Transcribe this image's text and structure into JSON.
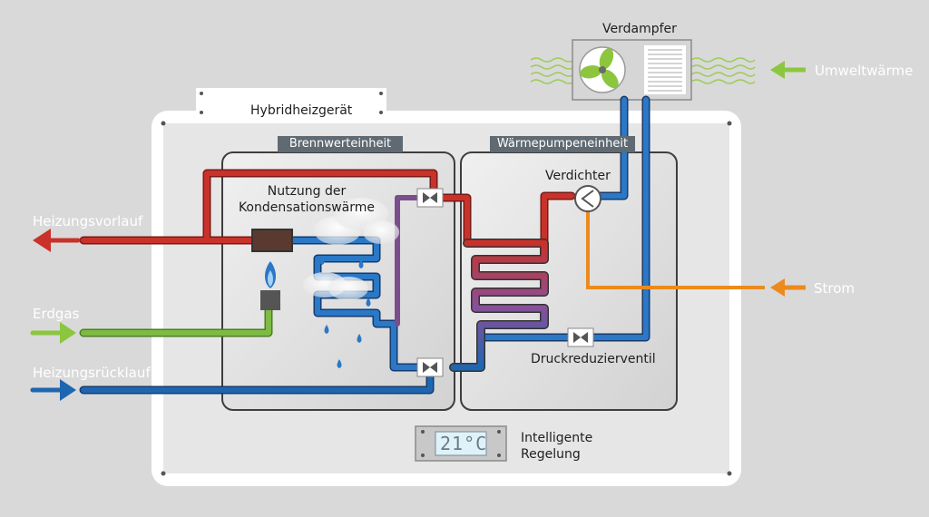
{
  "labels": {
    "verdampfer": "Verdampfer",
    "umweltwaerme": "Umweltwärme",
    "hybridheizgeraet": "Hybridheizgerät",
    "brennwerteinheit": "Brennwerteinheit",
    "waermepumpeneinheit": "Wärmepumpeneinheit",
    "nutzung_line1": "Nutzung der",
    "nutzung_line2": "Kondensationswärme",
    "verdichter": "Verdichter",
    "heizungsvorlauf": "Heizungsvorlauf",
    "erdgas": "Erdgas",
    "heizungsruecklauf": "Heizungsrücklauf",
    "strom": "Strom",
    "druckreduzierventil": "Druckreduzierventil",
    "regelung_line1": "Intelligente",
    "regelung_line2": "Regelung"
  },
  "display": {
    "temperature": "21°C"
  },
  "colors": {
    "background": "#d9d9d9",
    "supply_red": "#c8322a",
    "return_blue": "#1f66b0",
    "gas_green": "#7dbb42",
    "power_orange": "#ec8a1e",
    "input_green": "#8cc63f",
    "condensate_purple": "#7a4e8c"
  }
}
